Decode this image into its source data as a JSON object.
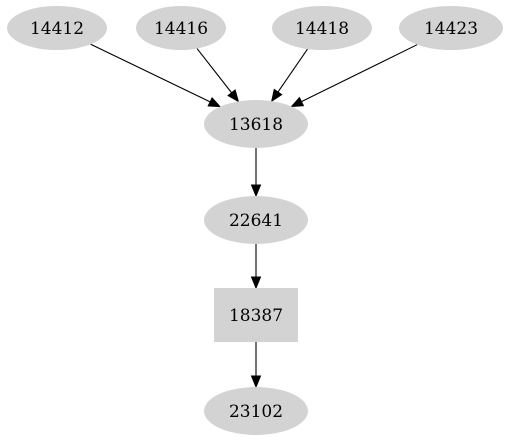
{
  "graph": {
    "nodes": [
      {
        "id": "n14412",
        "label": "14412",
        "shape": "ellipse"
      },
      {
        "id": "n14416",
        "label": "14416",
        "shape": "ellipse"
      },
      {
        "id": "n14418",
        "label": "14418",
        "shape": "ellipse"
      },
      {
        "id": "n14423",
        "label": "14423",
        "shape": "ellipse"
      },
      {
        "id": "n13618",
        "label": "13618",
        "shape": "ellipse"
      },
      {
        "id": "n22641",
        "label": "22641",
        "shape": "ellipse"
      },
      {
        "id": "n18387",
        "label": "18387",
        "shape": "box"
      },
      {
        "id": "n23102",
        "label": "23102",
        "shape": "ellipse"
      }
    ],
    "edges": [
      {
        "from": "n14412",
        "to": "n13618"
      },
      {
        "from": "n14416",
        "to": "n13618"
      },
      {
        "from": "n14418",
        "to": "n13618"
      },
      {
        "from": "n14423",
        "to": "n13618"
      },
      {
        "from": "n13618",
        "to": "n22641"
      },
      {
        "from": "n22641",
        "to": "n18387"
      },
      {
        "from": "n18387",
        "to": "n23102"
      }
    ],
    "colors": {
      "node_fill": "#d3d3d3",
      "edge": "#000000",
      "text": "#000000",
      "background": "#ffffff"
    }
  }
}
